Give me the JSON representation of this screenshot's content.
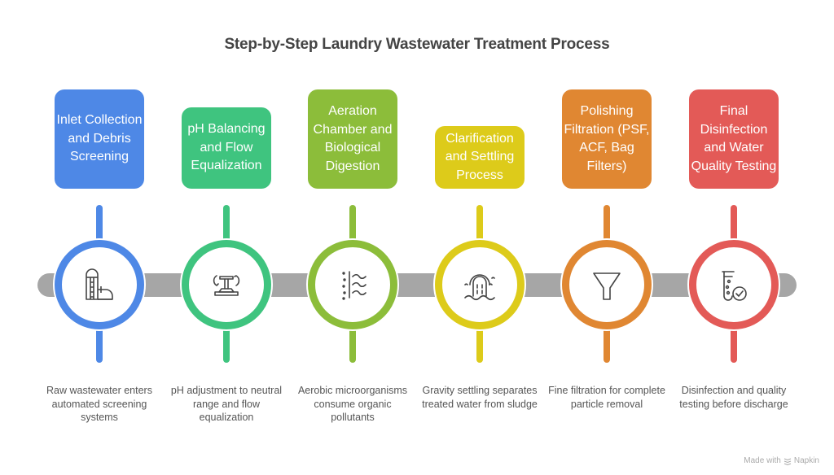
{
  "title": "Step-by-Step Laundry Wastewater Treatment Process",
  "steps": [
    {
      "label": "Inlet Collection and Debris Screening",
      "description": "Raw wastewater enters automated screening systems",
      "color": "#4E88E6",
      "icon": "silo-pipe-icon"
    },
    {
      "label": "pH Balancing and Flow Equalization",
      "description": "pH adjustment to neutral range and flow equalization",
      "color": "#3FC47F",
      "icon": "valve-rotate-icon"
    },
    {
      "label": "Aeration Chamber and Biological Digestion",
      "description": "Aerobic microorganisms consume organic pollutants",
      "color": "#8CBD3A",
      "icon": "aeration-waves-icon"
    },
    {
      "label": "Clarification and Settling Process",
      "description": "Gravity settling separates treated water from sludge",
      "color": "#DDCB1A",
      "icon": "settling-tank-icon"
    },
    {
      "label": "Polishing Filtration (PSF, ACF, Bag Filters)",
      "description": "Fine filtration for complete particle removal",
      "color": "#E08732",
      "icon": "funnel-icon"
    },
    {
      "label": "Final Disinfection and Water Quality Testing",
      "description": "Disinfection and quality testing before discharge",
      "color": "#E35A57",
      "icon": "test-tube-check-icon"
    }
  ],
  "footer": {
    "made_with": "Made with",
    "brand": "Napkin"
  }
}
